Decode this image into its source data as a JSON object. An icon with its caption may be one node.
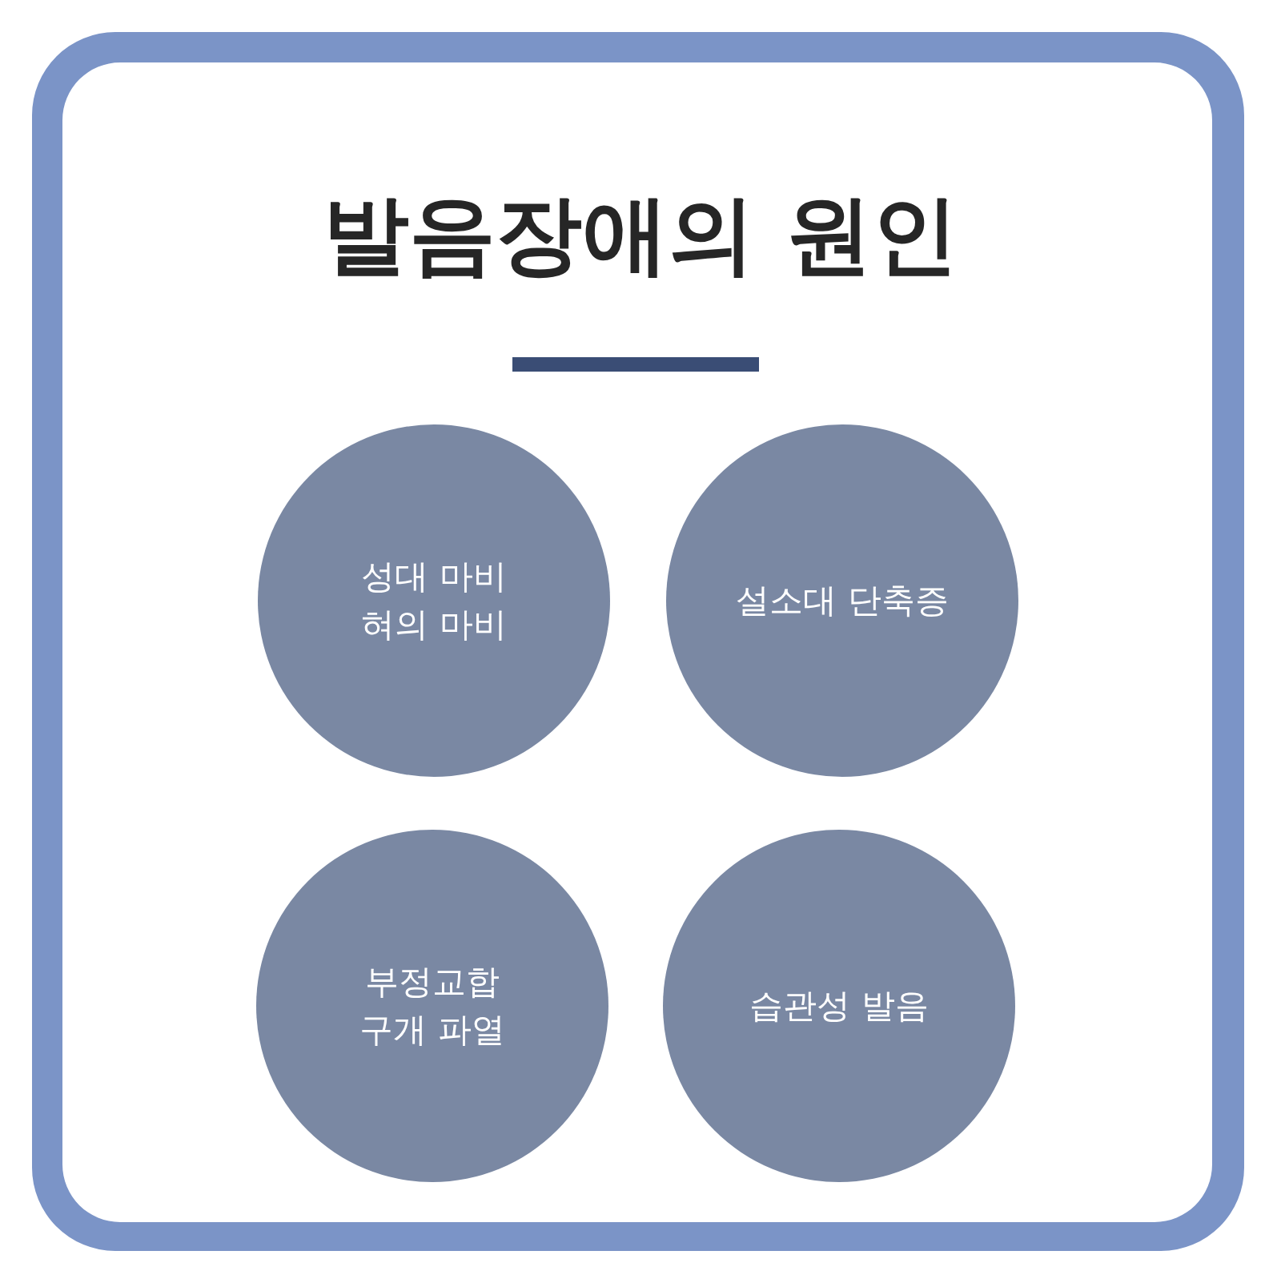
{
  "diagram": {
    "title": "발음장애의 원인",
    "nodes": [
      {
        "text": [
          "성대 마비",
          "혀의 마비"
        ]
      },
      {
        "text": [
          "설소대 단축증"
        ]
      },
      {
        "text": [
          "부정교합",
          "구개 파열"
        ]
      },
      {
        "text": [
          "습관성 발음"
        ]
      }
    ]
  }
}
